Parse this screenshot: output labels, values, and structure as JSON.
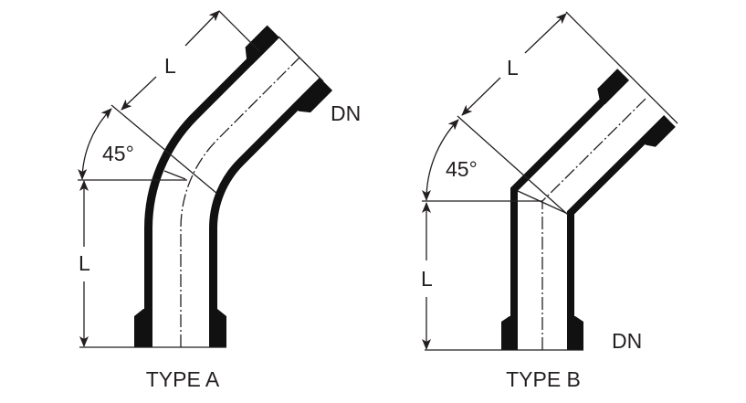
{
  "type_a": {
    "caption": "TYPE A",
    "length_label_vertical": "L",
    "length_label_diagonal": "L",
    "angle_label": "45°",
    "diameter_label": "DN"
  },
  "type_b": {
    "caption": "TYPE B",
    "length_label_vertical": "L",
    "length_label_diagonal": "L",
    "angle_label": "45°",
    "diameter_label": "DN"
  }
}
